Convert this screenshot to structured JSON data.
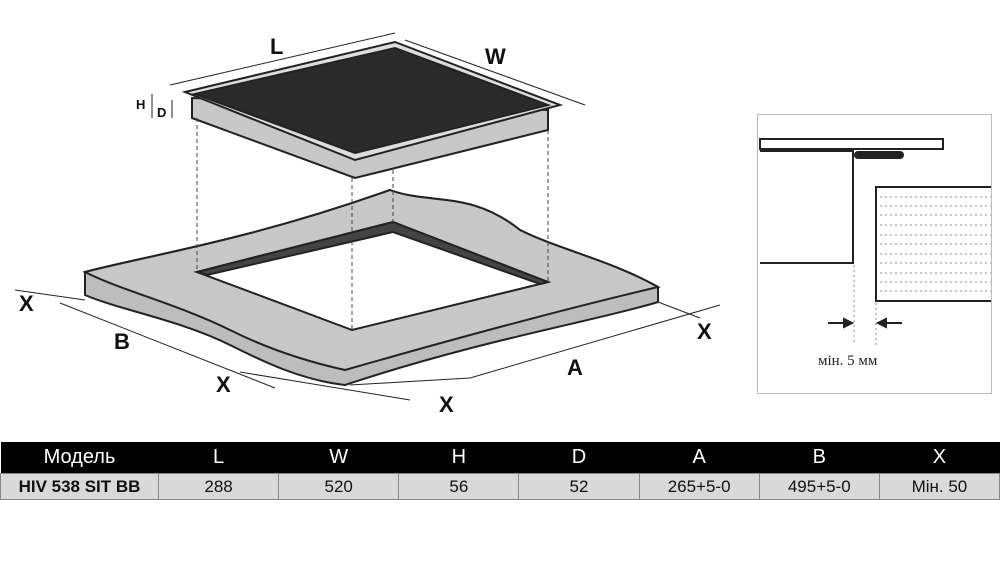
{
  "labels": {
    "L": "L",
    "W": "W",
    "H": "H",
    "D": "D",
    "X1": "X",
    "B": "B",
    "X2": "X",
    "X3": "X",
    "A": "A",
    "X4": "X"
  },
  "detail": {
    "caption": "мін. 5 мм"
  },
  "table": {
    "headers": [
      "Модель",
      "L",
      "W",
      "H",
      "D",
      "A",
      "B",
      "X"
    ],
    "rows": [
      [
        "HIV 538 SIT BB",
        "288",
        "520",
        "56",
        "52",
        "265+5-0",
        "495+5-0",
        "Мін. 50"
      ]
    ]
  }
}
